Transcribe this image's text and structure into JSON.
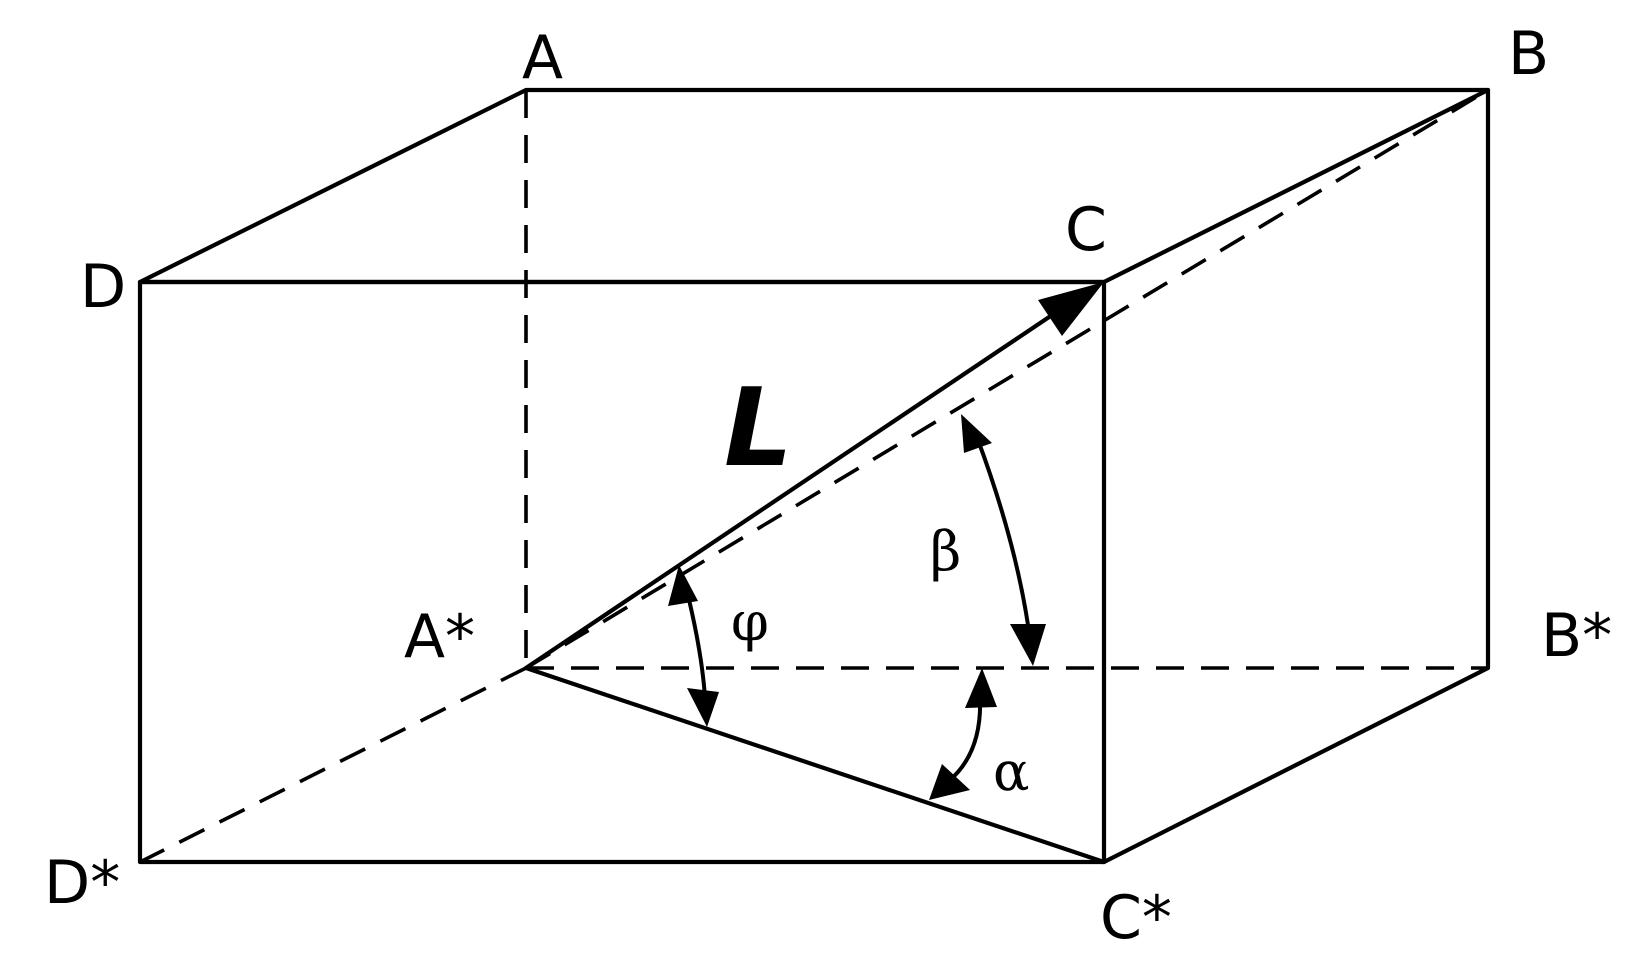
{
  "labels": {
    "A": "A",
    "B": "B",
    "C": "C",
    "D": "D",
    "A_star": "A*",
    "B_star": "B*",
    "C_star": "C*",
    "D_star": "D*",
    "L": "L",
    "alpha": "α",
    "beta": "β",
    "phi": "φ"
  }
}
